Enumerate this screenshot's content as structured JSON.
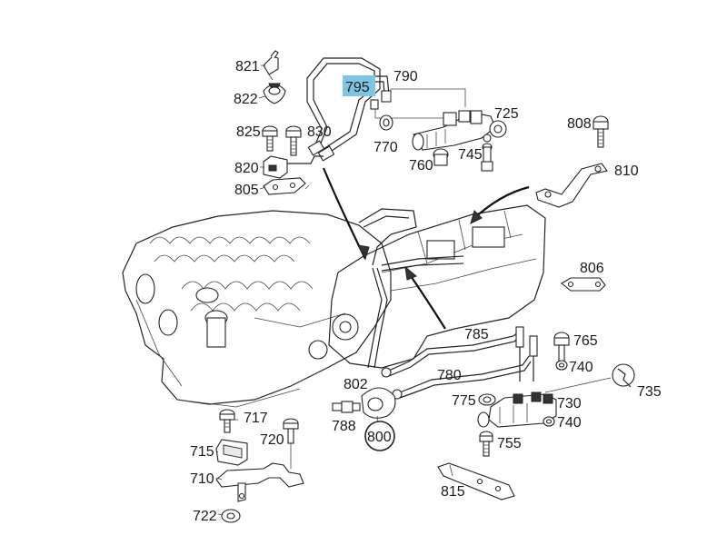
{
  "diagram": {
    "highlight_color": "#7fc4e3",
    "labels": {
      "p821": "821",
      "p822": "822",
      "p825": "825",
      "p830": "830",
      "p820": "820",
      "p805": "805",
      "p790": "790",
      "p795": "795",
      "p725": "725",
      "p770": "770",
      "p745": "745",
      "p760": "760",
      "p808": "808",
      "p810": "810",
      "p806": "806",
      "p785": "785",
      "p765": "765",
      "p740a": "740",
      "p735": "735",
      "p780": "780",
      "p802": "802",
      "p775": "775",
      "p730": "730",
      "p740b": "740",
      "p788": "788",
      "p800": "800",
      "p755": "755",
      "p717": "717",
      "p720": "720",
      "p715": "715",
      "p710": "710",
      "p815": "815",
      "p722": "722"
    }
  }
}
